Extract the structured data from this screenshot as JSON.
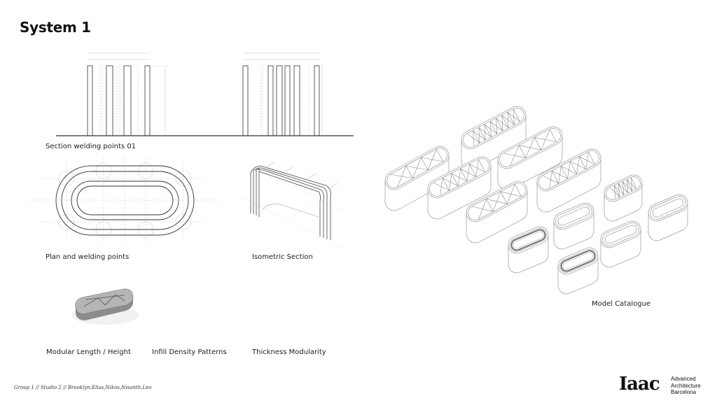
{
  "slide": {
    "title": "System 1",
    "captions": {
      "section": "Section welding points 01",
      "plan": "Plan and welding points",
      "isometric": "Isometric Section",
      "modular": "Modular Length / Height",
      "infill": "Infill Density Patterns",
      "thickness": "Thickness Modularity",
      "catalogue": "Model Catalogue"
    },
    "footer": "Group 1 // Studio 2 // Brooklyn,Elias,Nikos,Nisanth,Leo",
    "logo": {
      "mark": "Iaac",
      "line1": "Advanced",
      "line2": "Architecture",
      "line3": "Barcelona"
    }
  }
}
